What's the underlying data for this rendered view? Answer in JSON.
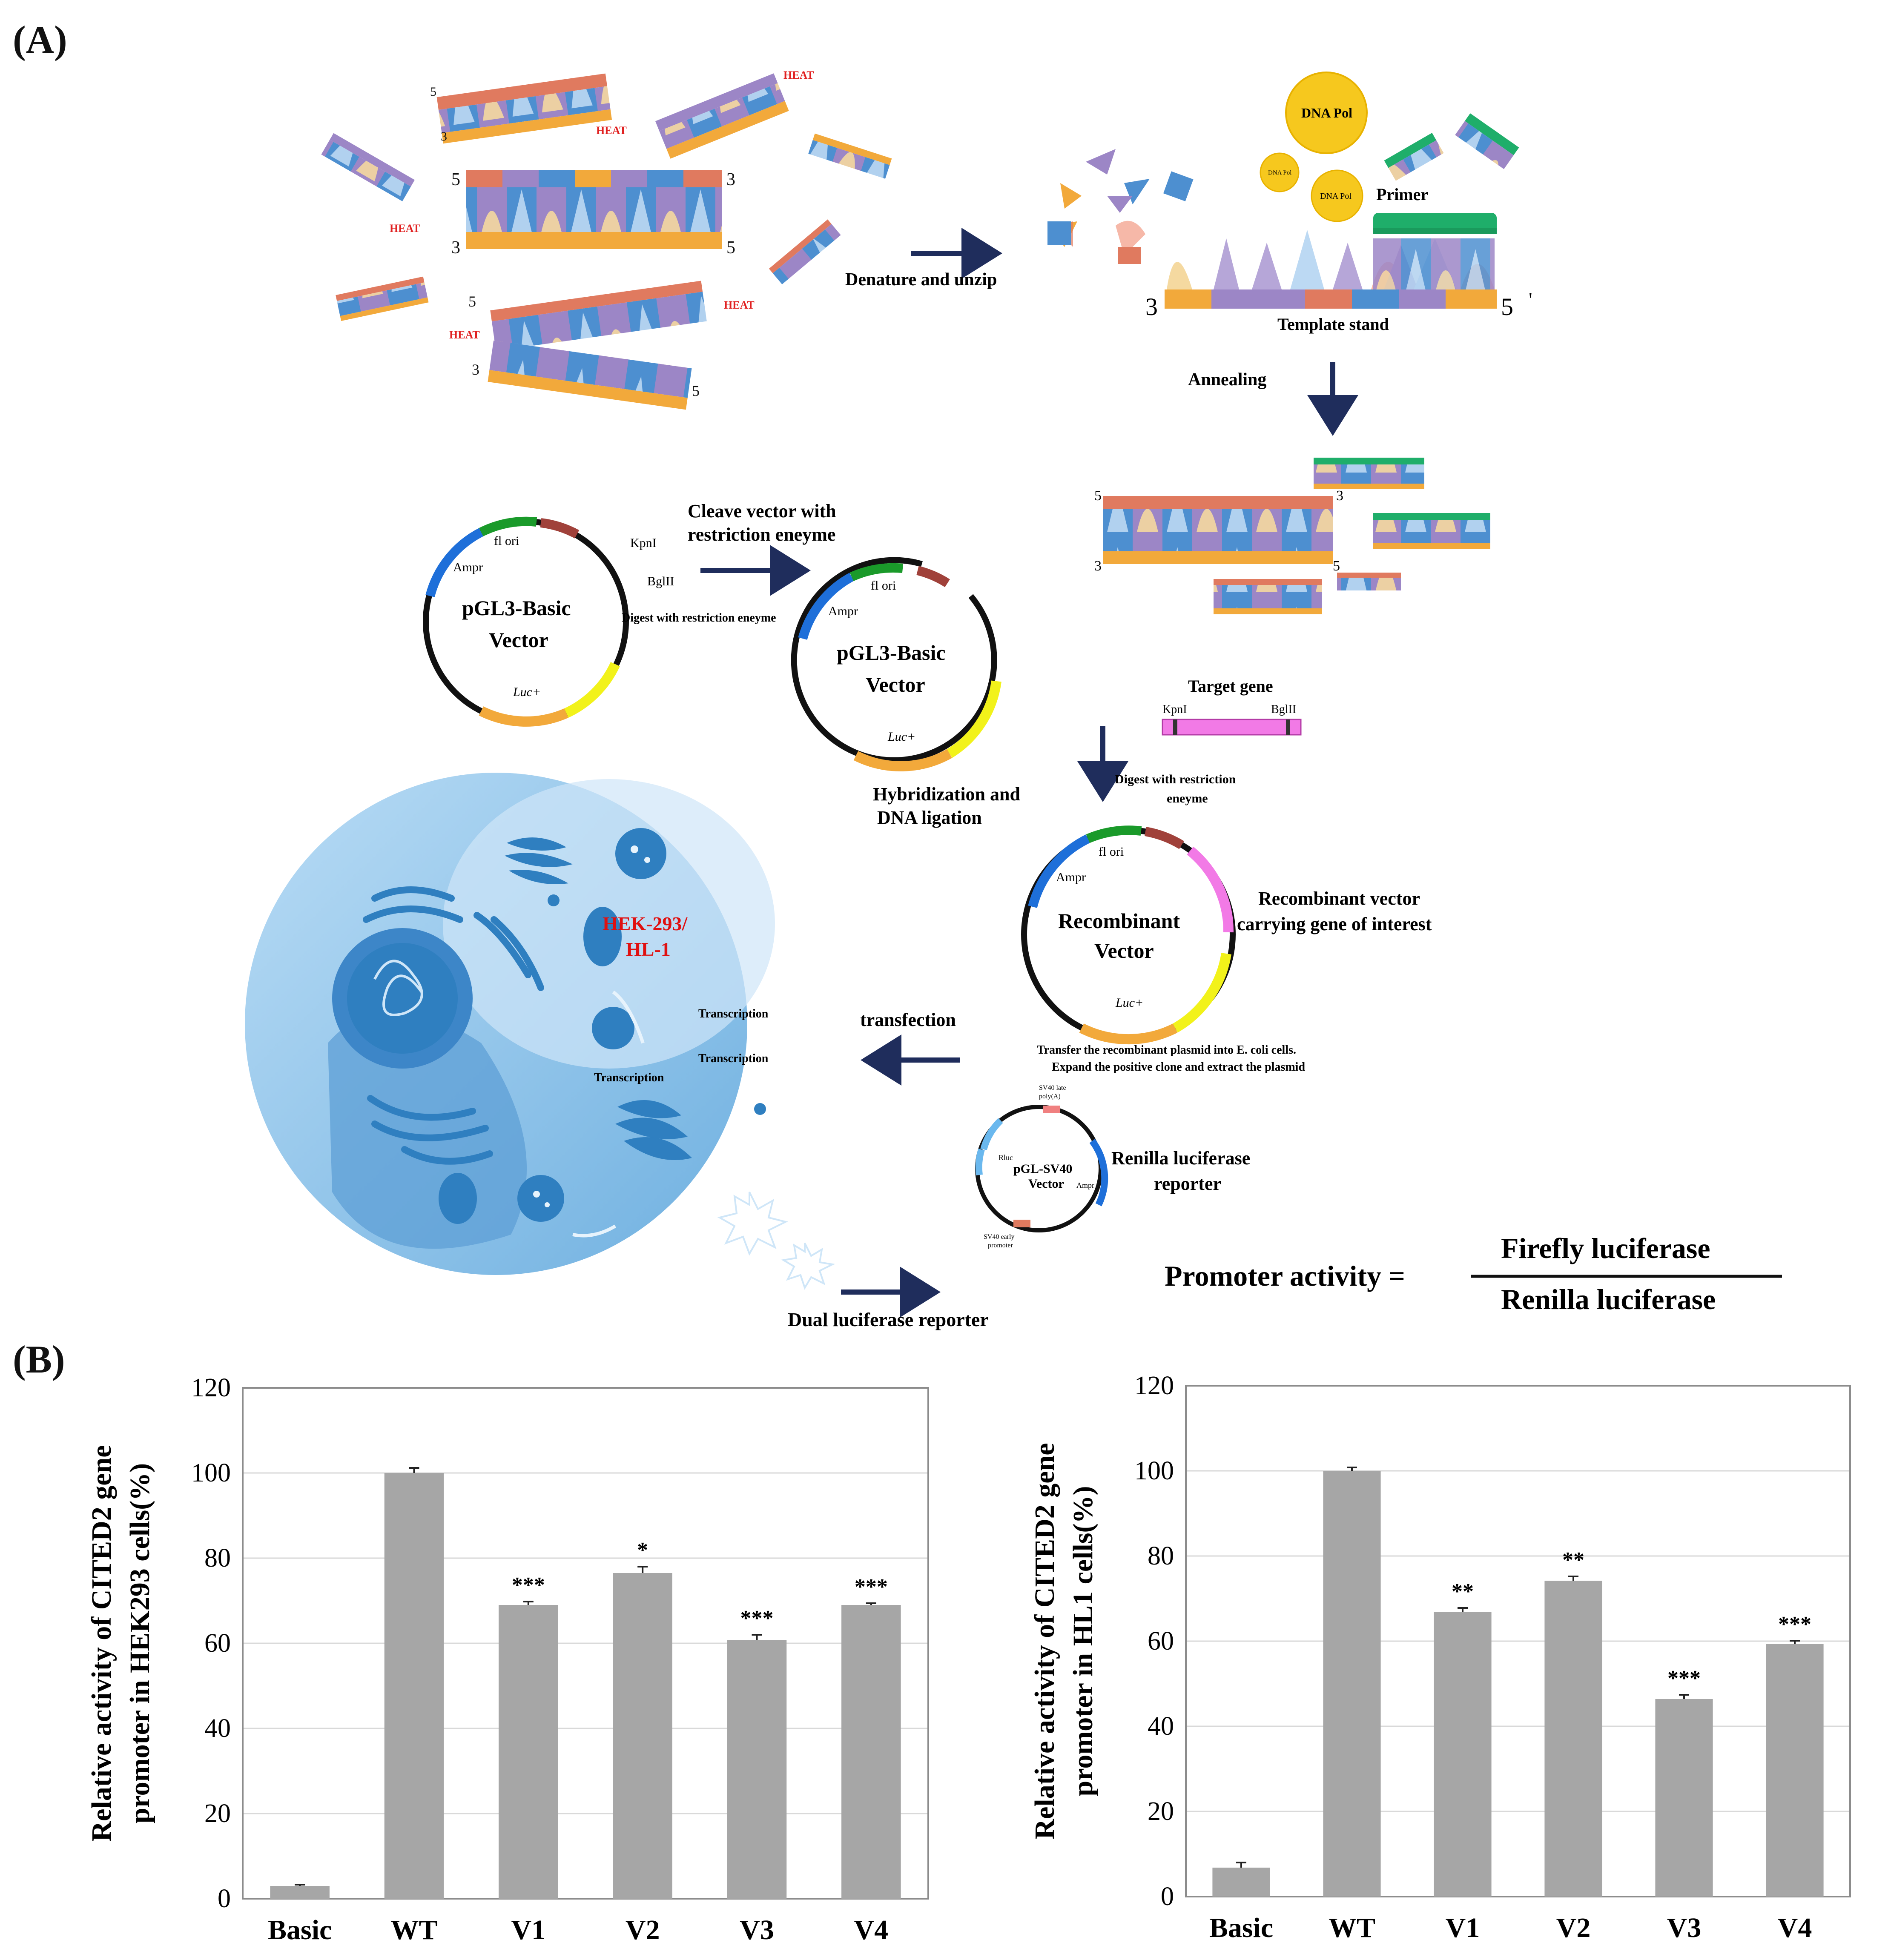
{
  "panel_a": {
    "label": "(A)",
    "pcr": {
      "heat": "HEAT",
      "five_prime": "5",
      "three_prime": "3",
      "prime_mark": "'",
      "denature": "Denature and unzip",
      "dna_pol": "DNA Pol",
      "primer": "Primer",
      "template": "Template stand",
      "annealing": "Annealing"
    },
    "cloning": {
      "cleave_line1": "Cleave vector with",
      "cleave_line2": "restriction eneyme",
      "vector_line1": "pGL3-Basic",
      "vector_line2": "Vector",
      "kpni": "KpnI",
      "bglii": "BglII",
      "f1_ori": "fl ori",
      "ampr": "Ampr",
      "luc": "Luc+",
      "digest_note": "Digest with restriction eneyme",
      "target_gene": "Target gene",
      "digest_line1": "Digest with restriction",
      "digest_line2": "eneyme",
      "hybrid_line1": "Hybridization and",
      "hybrid_line2": "DNA ligation",
      "recomb_line1": "Recombinant",
      "recomb_line2": "Vector",
      "recomb_desc1": "Recombinant vector",
      "recomb_desc2": "carrying gene of interest",
      "transfer_line1": "Transfer the recombinant plasmid into E. coli cells.",
      "transfer_line2": "Expand the positive clone and extract the plasmid",
      "transfection": "transfection",
      "sv40_line1": "pGL-SV40",
      "sv40_line2": "Vector",
      "sv40_late1": "SV40 late",
      "sv40_late2": "poly(A)",
      "rluc": "Rluc",
      "sv40_early1": "SV40 early",
      "sv40_early2": "promoter",
      "renilla_line1": "Renilla luciferase",
      "renilla_line2": "reporter",
      "dual": "Dual luciferase reporter"
    },
    "cell": {
      "name_line1": "HEK-293/",
      "name_line2": "HL-1",
      "transcription": "Transcription"
    },
    "formula": {
      "lhs": "Promoter activity =",
      "numerator": "Firefly luciferase",
      "denominator": "Renilla luciferase"
    }
  },
  "panel_b": {
    "label": "(B)"
  },
  "colors": {
    "bar": "#a6a6a6",
    "cell": "#8fc3ea",
    "organelle": "#2f7fc0",
    "arrow": "#1f2d5c",
    "heat": "#e02020",
    "cell_label": "#e01010",
    "primer": "#1fae6a",
    "target_gene": "#f27ae6",
    "dna_pol": "#f6c81e"
  },
  "chart_data": [
    {
      "type": "bar",
      "ylabel_line1": "Relative activity of CITED2 gene",
      "ylabel_line2": "promoter in HEK293 cells(%)",
      "categories": [
        "Basic",
        "WT",
        "V1",
        "V2",
        "V3",
        "V4"
      ],
      "values": [
        3,
        100,
        69,
        76.5,
        60.8,
        69
      ],
      "errors": [
        0.3,
        1.2,
        0.8,
        1.5,
        1.2,
        0.4
      ],
      "significance": [
        "",
        "",
        "***",
        "*",
        "***",
        "***"
      ],
      "ylim": [
        0,
        120
      ],
      "yticks": [
        0,
        20,
        40,
        60,
        80,
        100,
        120
      ],
      "grid": true
    },
    {
      "type": "bar",
      "ylabel_line1": "Relative activity of CITED2 gene",
      "ylabel_line2": "promoter in HL1 cells(%)",
      "categories": [
        "Basic",
        "WT",
        "V1",
        "V2",
        "V3",
        "V4"
      ],
      "values": [
        6.8,
        100,
        66.8,
        74.2,
        46.4,
        59.3
      ],
      "errors": [
        1.2,
        0.8,
        1.0,
        1.0,
        1.0,
        0.8
      ],
      "significance": [
        "",
        "",
        "**",
        "**",
        "***",
        "***"
      ],
      "ylim": [
        0,
        120
      ],
      "yticks": [
        0,
        20,
        40,
        60,
        80,
        100,
        120
      ],
      "grid": true
    }
  ]
}
